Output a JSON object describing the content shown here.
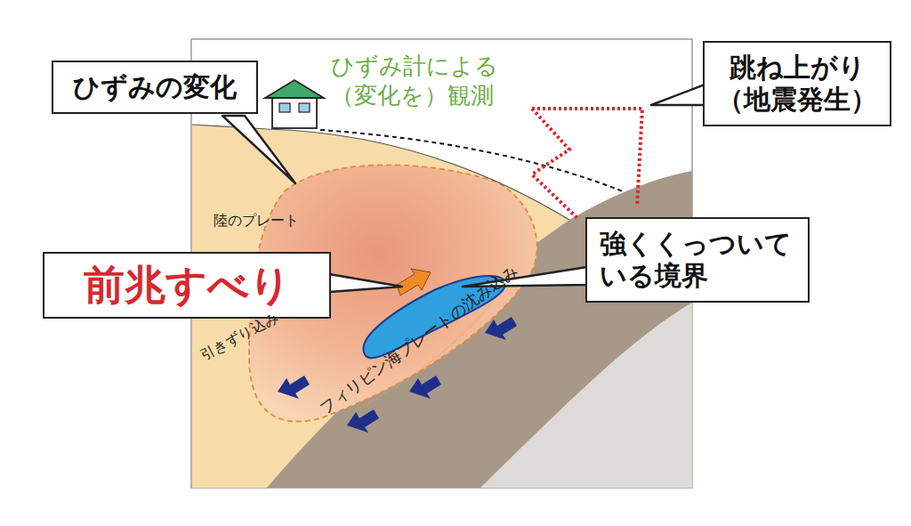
{
  "diagram": {
    "nodes": [
      {
        "text": [
          "ひずみの変化"
        ]
      },
      {
        "text": [
          "跳ね上がり（地震発生）"
        ]
      },
      {
        "text": [
          "前兆すべり"
        ]
      },
      {
        "text": [
          "強くくっついている境界"
        ]
      }
    ],
    "labels": [
      "ひずみ計による（変化を）観測",
      "陸のプレート",
      "引きずり込み",
      "フィリピン海プレートの沈み込み"
    ]
  }
}
